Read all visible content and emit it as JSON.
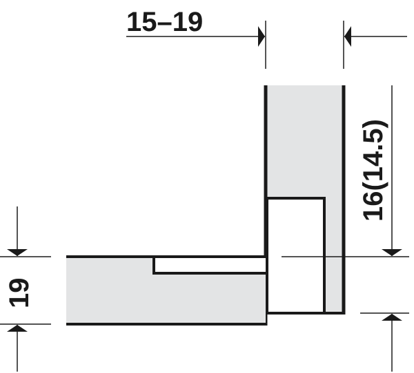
{
  "dimensions": {
    "top_label": "15–19",
    "right_label": "16(14.5)",
    "left_label": "19"
  },
  "colors": {
    "panel_fill": "#e3e4e5",
    "line": "#1a1a1a"
  }
}
